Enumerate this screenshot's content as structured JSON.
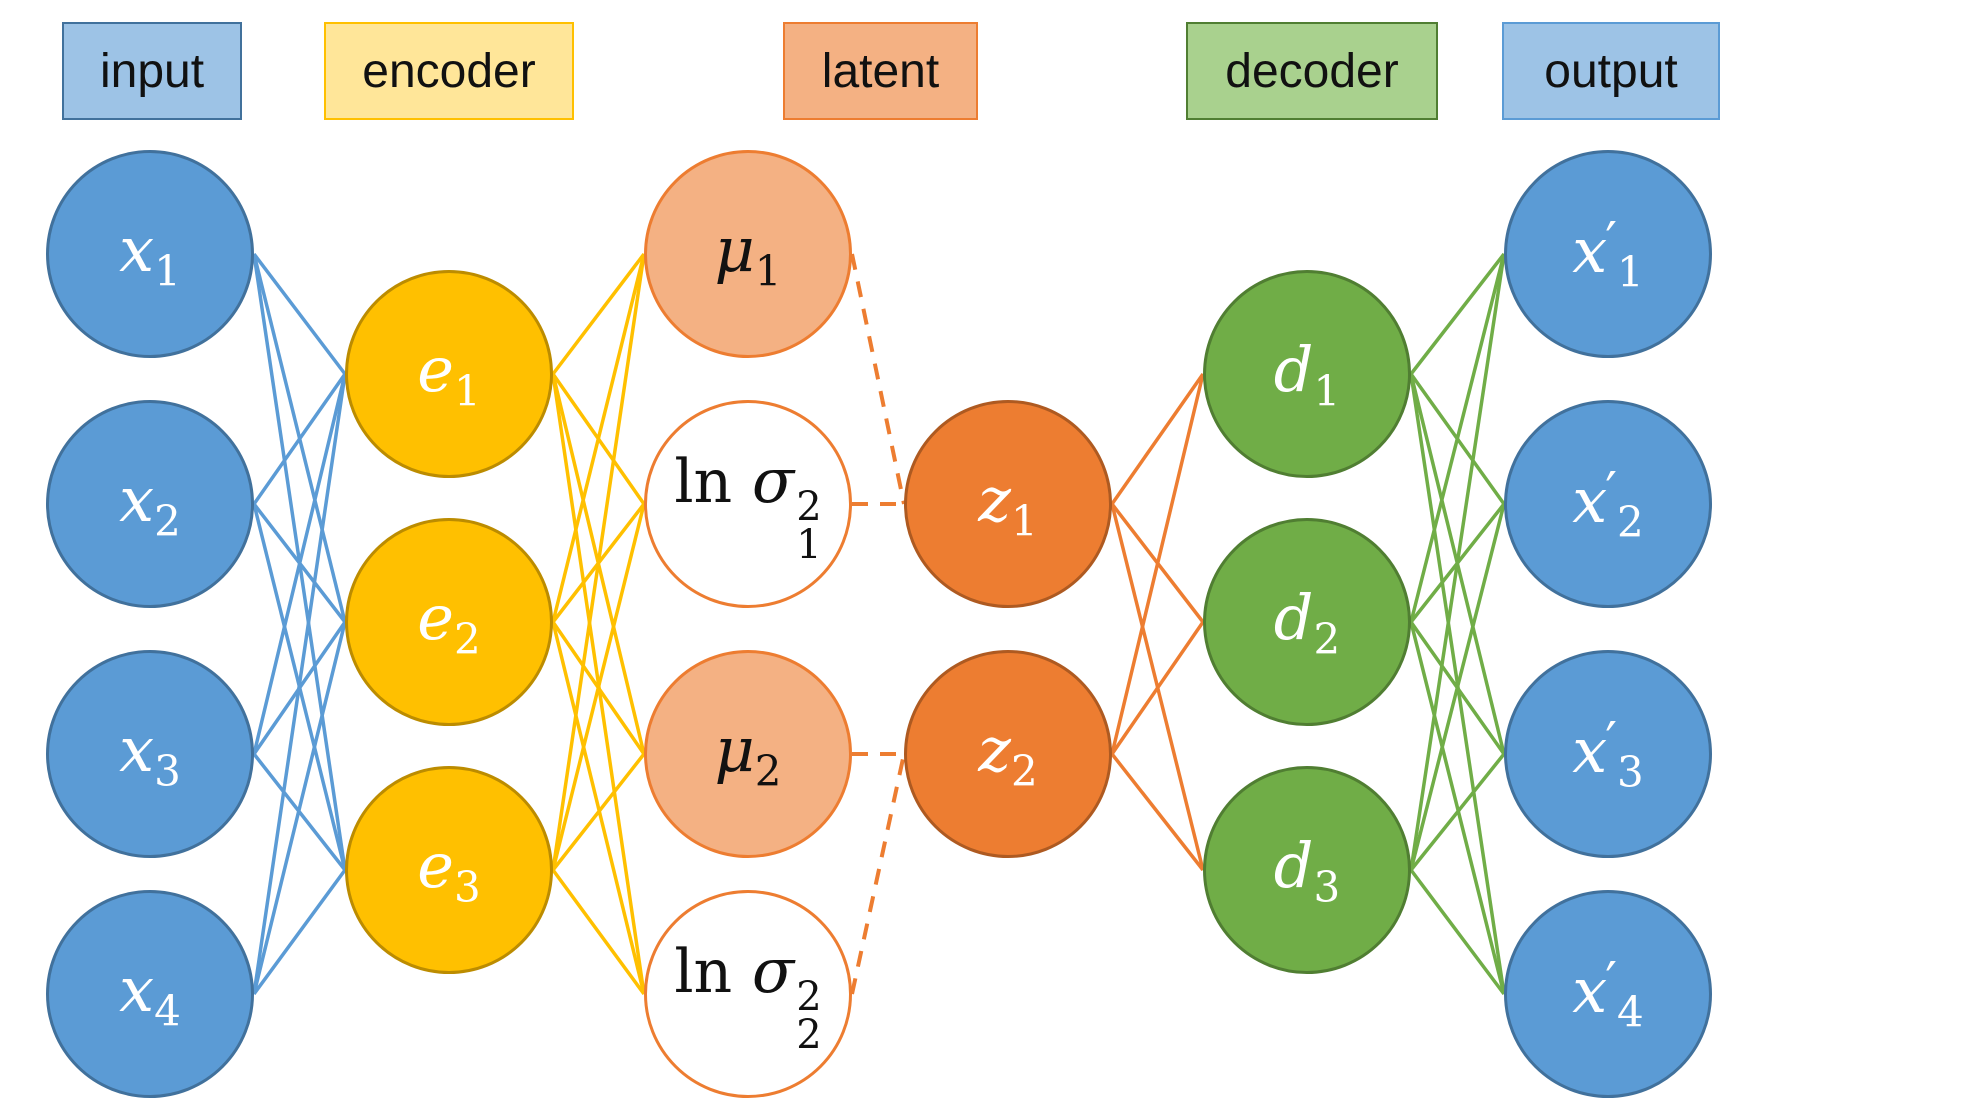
{
  "colors": {
    "input": "#5b9bd5",
    "input_edge": "#41719c",
    "encoder": "#ffc000",
    "encoder_edge": "#bc8c00",
    "latent_mu": "#f4b183",
    "latent_edge": "#ed7d31",
    "latent_z": "#ed7d31",
    "latent_z_edge": "#ae5a21",
    "decoder": "#70ad47",
    "decoder_edge": "#507e32",
    "output": "#5b9bd5",
    "output_edge": "#41719c",
    "hdr_input_bg": "#9dc3e6",
    "hdr_encoder_bg": "#ffe699",
    "hdr_latent_bg": "#f4b183",
    "hdr_decoder_bg": "#a9d18e",
    "hdr_output_bg": "#9dc3e6"
  },
  "headers": {
    "input": "input",
    "encoder": "encoder",
    "latent": "latent",
    "decoder": "decoder",
    "output": "output"
  },
  "nodes": {
    "input": [
      {
        "base": "x",
        "sub": "1"
      },
      {
        "base": "x",
        "sub": "2"
      },
      {
        "base": "x",
        "sub": "3"
      },
      {
        "base": "x",
        "sub": "4"
      }
    ],
    "encoder": [
      {
        "base": "e",
        "sub": "1"
      },
      {
        "base": "e",
        "sub": "2"
      },
      {
        "base": "e",
        "sub": "3"
      }
    ],
    "latent_params": [
      {
        "base": "μ",
        "sub": "1"
      },
      {
        "prefix": "ln",
        "base": "σ",
        "sup": "2",
        "sub": "1"
      },
      {
        "base": "μ",
        "sub": "2"
      },
      {
        "prefix": "ln",
        "base": "σ",
        "sup": "2",
        "sub": "2"
      }
    ],
    "latent": [
      {
        "base": "z",
        "sub": "1"
      },
      {
        "base": "z",
        "sub": "2"
      }
    ],
    "decoder": [
      {
        "base": "d",
        "sub": "1"
      },
      {
        "base": "d",
        "sub": "2"
      },
      {
        "base": "d",
        "sub": "3"
      }
    ],
    "output": [
      {
        "base": "x",
        "prime": "′",
        "sub": "1"
      },
      {
        "base": "x",
        "prime": "′",
        "sub": "2"
      },
      {
        "base": "x",
        "prime": "′",
        "sub": "3"
      },
      {
        "base": "x",
        "prime": "′",
        "sub": "4"
      }
    ]
  }
}
